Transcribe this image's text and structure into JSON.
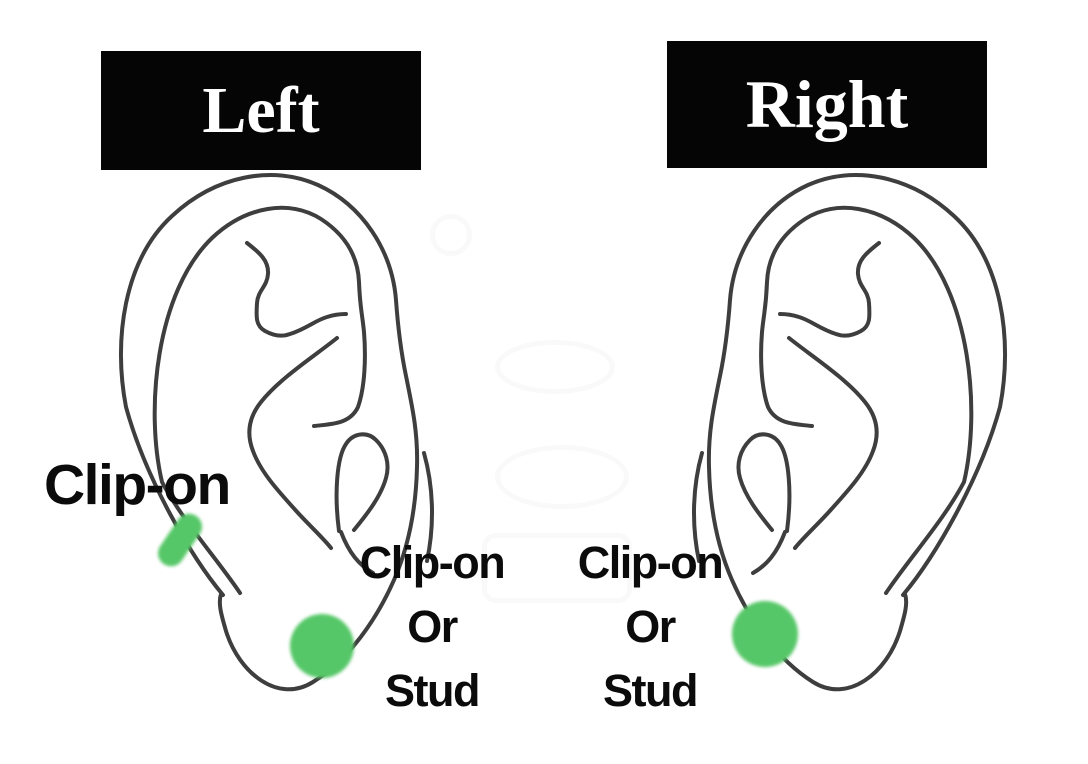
{
  "diagram": {
    "left_ear": {
      "title": "Left",
      "helix_marker_label": "Clip-on",
      "lobe_marker_label": {
        "line1": "Clip-on",
        "line2": "Or",
        "line3": "Stud"
      }
    },
    "right_ear": {
      "title": "Right",
      "lobe_marker_label": {
        "line1": "Clip-on",
        "line2": "Or",
        "line3": "Stud"
      }
    },
    "colors": {
      "marker_green": "#56c768",
      "sketch_line": "#3e3e3e",
      "title_background": "#050505",
      "title_text": "#ffffff",
      "label_text": "#0b0b0b"
    }
  }
}
